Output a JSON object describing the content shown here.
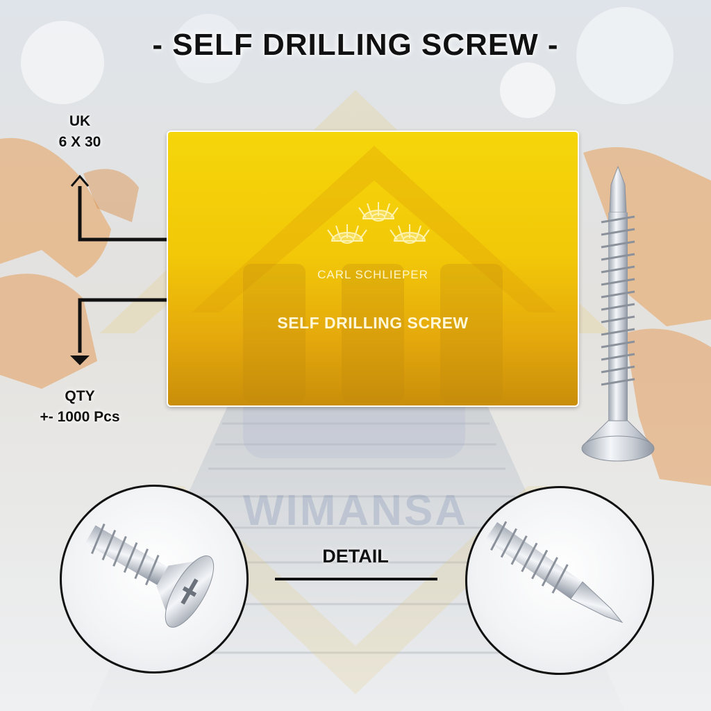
{
  "title": "- SELF DRILLING SCREW -",
  "size_label": {
    "line1": "UK",
    "line2": "6 X 30"
  },
  "qty_label": {
    "line1": "QTY",
    "line2": "+- 1000 Pcs"
  },
  "card": {
    "brand": "CARL  SCHLIEPER",
    "product": "SELF DRILLING SCREW"
  },
  "detail_label": "DETAIL",
  "watermark": "WIMANSA",
  "colors": {
    "card_yellow": "#f2c808",
    "card_orange": "#c98e0a",
    "text_dark": "#111111",
    "steel": "#c9ced6"
  }
}
